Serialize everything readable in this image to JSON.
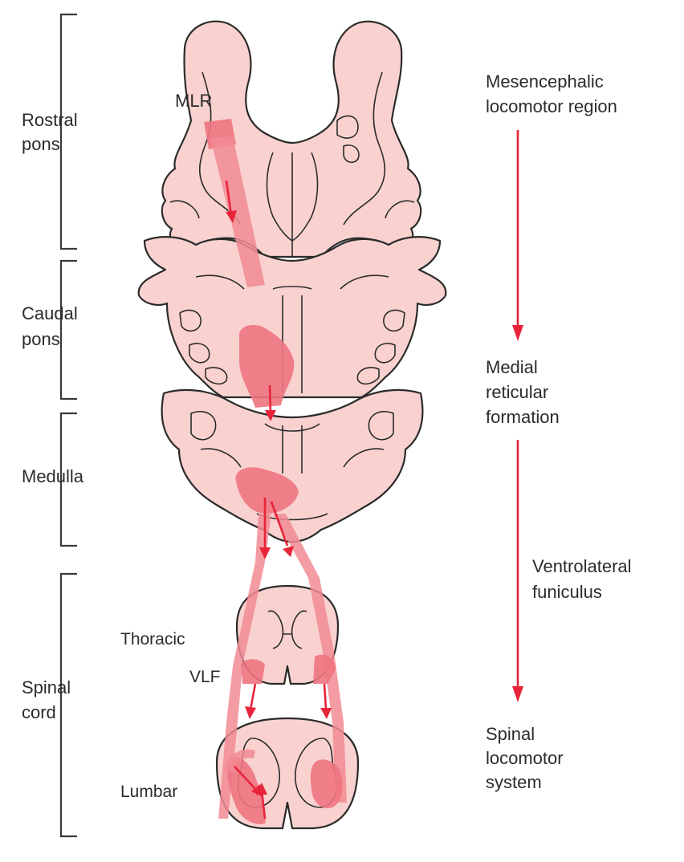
{
  "regions": {
    "rostral_pons": [
      "Rostral",
      "pons"
    ],
    "caudal_pons": [
      "Caudal",
      "pons"
    ],
    "medulla": "Medulla",
    "spinal_cord": [
      "Spinal",
      "cord"
    ]
  },
  "inline_labels": {
    "mlr": "MLR",
    "thoracic": "Thoracic",
    "vlf": "VLF",
    "lumbar": "Lumbar"
  },
  "pathway": {
    "step1": [
      "Mesencephalic",
      "locomotor region"
    ],
    "step2": [
      "Medial",
      "reticular",
      "formation"
    ],
    "step3": [
      "Ventrolateral",
      "funiculus"
    ],
    "step4": [
      "Spinal",
      "locomotor",
      "system"
    ]
  },
  "colors": {
    "tissue": "#f9d2cf",
    "pathway_fill": "#f28b94",
    "arrow": "#e8243a",
    "outline": "#2b2b2b"
  }
}
